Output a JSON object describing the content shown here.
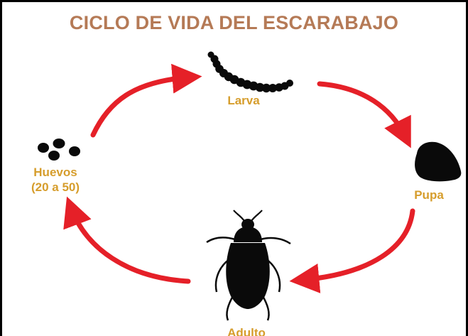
{
  "title": "CICLO DE VIDA DEL ESCARABAJO",
  "colors": {
    "title": "#b57a56",
    "label": "#d69d2c",
    "arrow": "#e52028",
    "silhouette": "#0a0a0a"
  },
  "stages": {
    "larva": "Larva",
    "pupa": "Pupa",
    "adult": "Adulto",
    "eggs_line1": "Huevos",
    "eggs_line2": "(20 a 50)"
  },
  "icons": {
    "eggs": "egg-cluster-icon",
    "larva": "larva-icon",
    "pupa": "pupa-icon",
    "adult": "beetle-icon",
    "arrow": "curved-arrow-icon"
  }
}
